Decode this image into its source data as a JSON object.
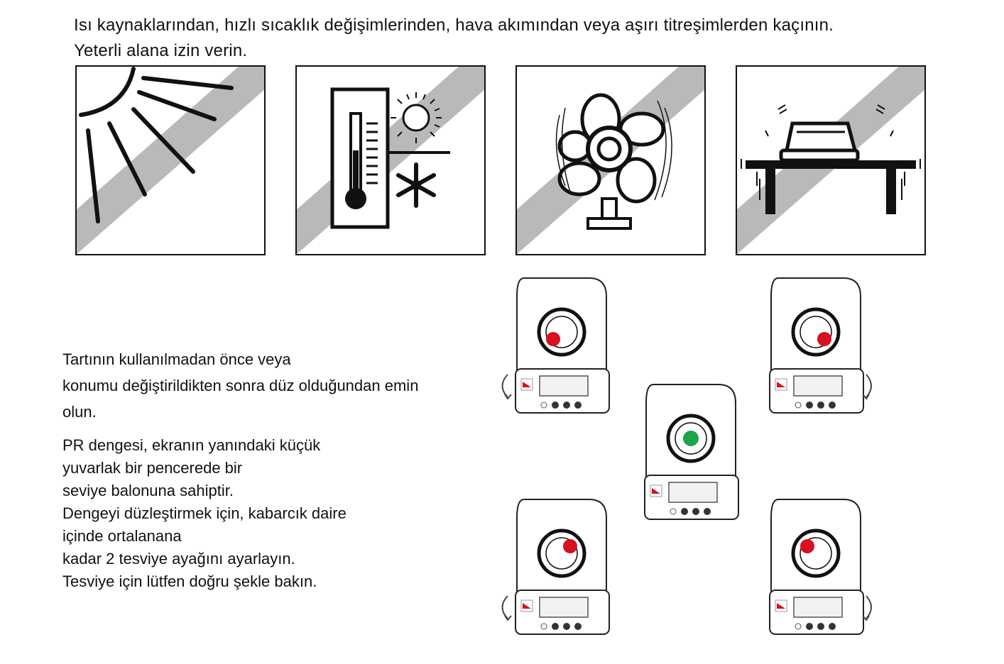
{
  "intro": {
    "line1": "Isı kaynaklarından, hızlı sıcaklık değişimlerinden, hava akımından veya aşırı titreşimlerden kaçının.",
    "line2": "Yeterli alana izin verin."
  },
  "panels": [
    {
      "icon": "sun-rays-icon"
    },
    {
      "icon": "thermometer-temperature-change-icon"
    },
    {
      "icon": "electric-fan-icon"
    },
    {
      "icon": "vibrating-table-icon"
    }
  ],
  "leveling": {
    "para1": [
      "Tartının kullanılmadan önce veya",
      "konumu değiştirildikten sonra düz olduğundan emin",
      "olun."
    ],
    "para2": [
      "PR dengesi, ekranın yanındaki küçük",
      "yuvarlak bir pencerede bir",
      "seviye balonuna sahiptir.",
      "Dengeyi düzleştirmek için, kabarcık daire",
      "içinde ortalanana",
      "kadar 2 tesviye ayağını ayarlayın.",
      "Tesviye için lütfen doğru şekle bakın."
    ]
  },
  "scales": [
    {
      "position": "top-left",
      "bubble": "lower-left",
      "bubble_color": "#d8101f",
      "rotate_arrow": "left"
    },
    {
      "position": "top-right",
      "bubble": "lower-right",
      "bubble_color": "#d8101f",
      "rotate_arrow": "right"
    },
    {
      "position": "center",
      "bubble": "centered",
      "bubble_color": "#1fa34a",
      "rotate_arrow": "none"
    },
    {
      "position": "bottom-left",
      "bubble": "upper-right",
      "bubble_color": "#d8101f",
      "rotate_arrow": "left"
    },
    {
      "position": "bottom-right",
      "bubble": "upper-left",
      "bubble_color": "#d8101f",
      "rotate_arrow": "right"
    }
  ],
  "colors": {
    "ink": "#111111",
    "stripe": "#b9b9b9",
    "level_ok": "#1fa34a",
    "level_bad": "#d8101f"
  }
}
